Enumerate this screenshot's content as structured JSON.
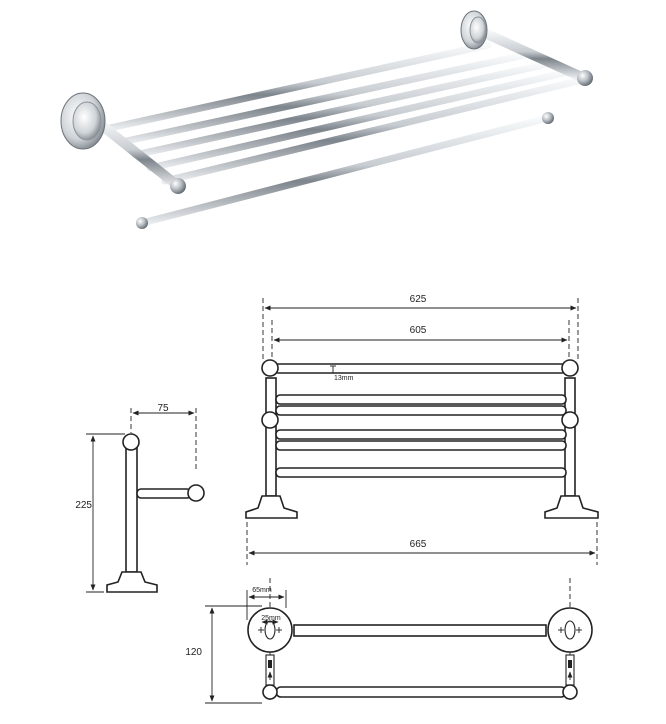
{
  "dimensions": {
    "overall_width_top": "625",
    "inner_width": "605",
    "tube_diameter": "13mm",
    "overall_width_base": "665",
    "projection": "75",
    "height": "225",
    "depth": "120",
    "backplate_diameter": "65mm",
    "hole_spacing": "25mm"
  },
  "colors": {
    "chrome_light": "#f4f6f8",
    "chrome_dark": "#8d949b",
    "line": "#222222"
  }
}
